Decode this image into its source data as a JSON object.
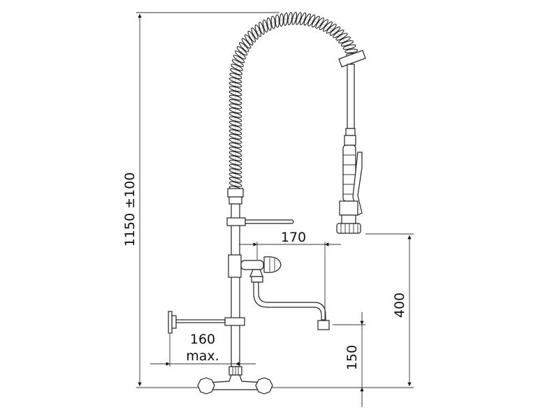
{
  "drawing": {
    "dimensions": {
      "overall_height": "1150 ±100",
      "spout_reach": "170",
      "bracket_distance": "160",
      "bracket_distance_note": "max.",
      "shower_height": "400",
      "spout_height": "150"
    }
  }
}
